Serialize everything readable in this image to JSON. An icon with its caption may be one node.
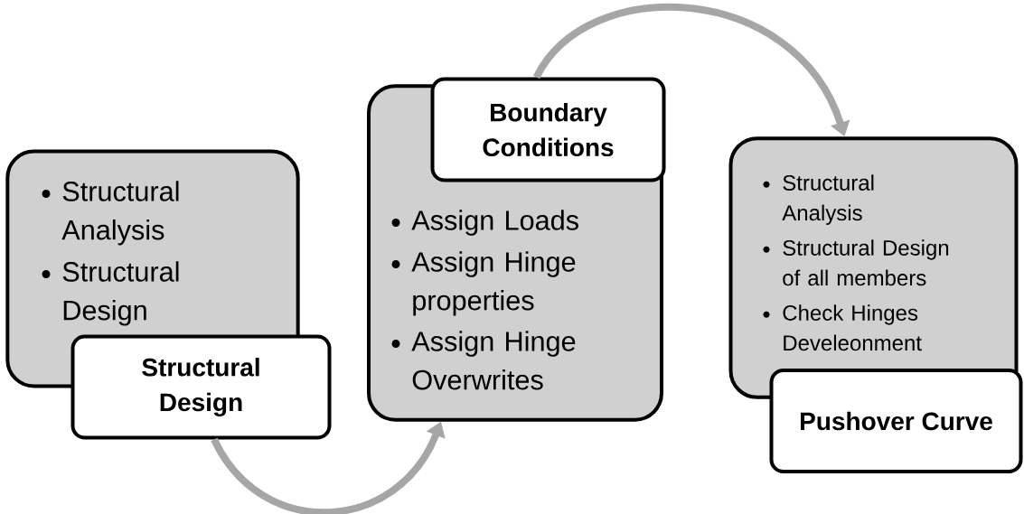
{
  "diagram": {
    "nodes": [
      {
        "text": [
          "Structural Analysis",
          "Structural Design"
        ]
      },
      {
        "text": [
          "Structural Design"
        ]
      },
      {
        "text": [
          "Assign Loads",
          "Assign Hinge properties",
          "Assign Hinge Overwrites"
        ]
      },
      {
        "text": [
          "Boundary Conditions"
        ]
      },
      {
        "text": [
          "Structural Analysis",
          "Structural Design of all members",
          "Check Hinges Develeonment"
        ]
      },
      {
        "text": [
          "Pushover Curve"
        ]
      }
    ],
    "edges": [
      {
        "from": 1,
        "to": 2,
        "arrow": "to"
      },
      {
        "from": 3,
        "to": 4,
        "arrow": "to"
      }
    ]
  }
}
